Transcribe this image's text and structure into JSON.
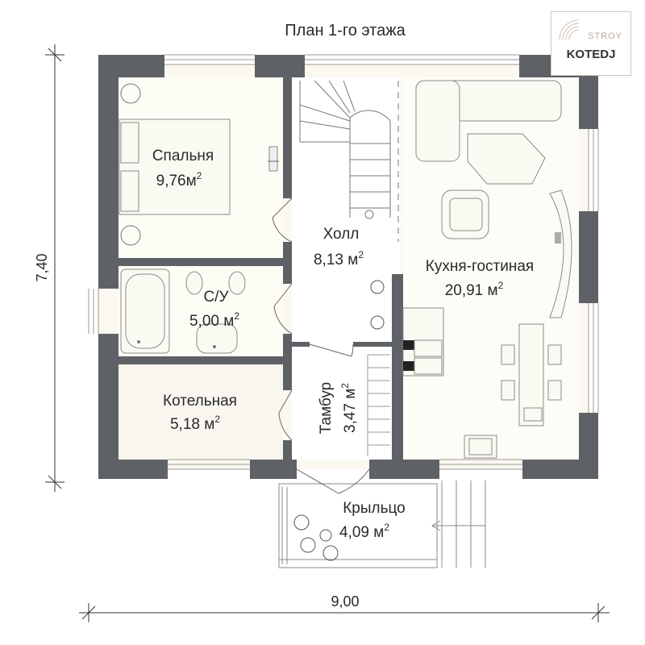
{
  "title": "План 1-го этажа",
  "brand": {
    "top": "STROY",
    "bottom": "KOTEDJ"
  },
  "rooms": [
    {
      "id": "bedroom",
      "name": "Спальня",
      "area": "9,76м",
      "sup": "2"
    },
    {
      "id": "hall",
      "name": "Холл",
      "area": "8,13 м",
      "sup": "2"
    },
    {
      "id": "bathroom",
      "name": "С/У",
      "area": "5,00 м",
      "sup": "2"
    },
    {
      "id": "kitchen",
      "name": "Кухня-гостиная",
      "area": "20,91 м",
      "sup": "2"
    },
    {
      "id": "boiler",
      "name": "Котельная",
      "area": "5,18 м",
      "sup": "2"
    },
    {
      "id": "vestibule",
      "name": "Тамбур",
      "area": "3,47 м",
      "sup": "2"
    },
    {
      "id": "porch",
      "name": "Крыльцо",
      "area": "4,09 м",
      "sup": "2"
    }
  ],
  "dimensions": {
    "height": "7,40",
    "width": "9,00"
  }
}
